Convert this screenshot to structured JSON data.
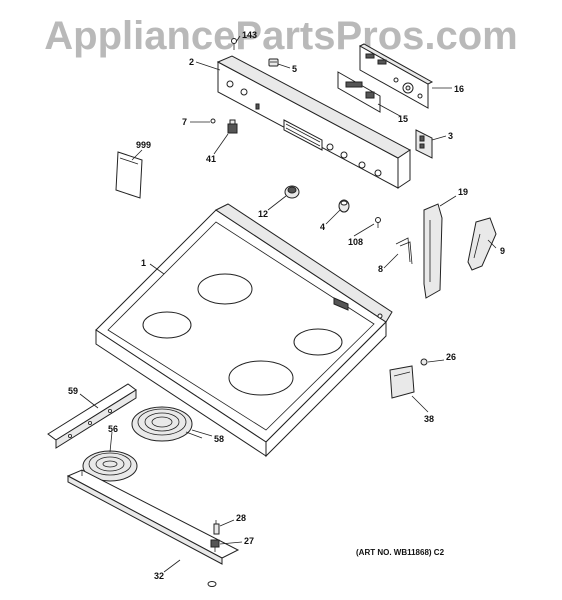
{
  "watermark": "AppliancePartsPros.com",
  "art_number": "(ART NO. WB11868) C2",
  "callouts": {
    "p143": "143",
    "p2": "2",
    "p5": "5",
    "p16": "16",
    "p15": "15",
    "p7": "7",
    "p41": "41",
    "p3": "3",
    "p999": "999",
    "p12": "12",
    "p4": "4",
    "p108": "108",
    "p19": "19",
    "p1": "1",
    "p8": "8",
    "p9": "9",
    "p26": "26",
    "p38": "38",
    "p59": "59",
    "p56": "56",
    "p58": "58",
    "p28": "28",
    "p27": "27",
    "p32": "32"
  }
}
